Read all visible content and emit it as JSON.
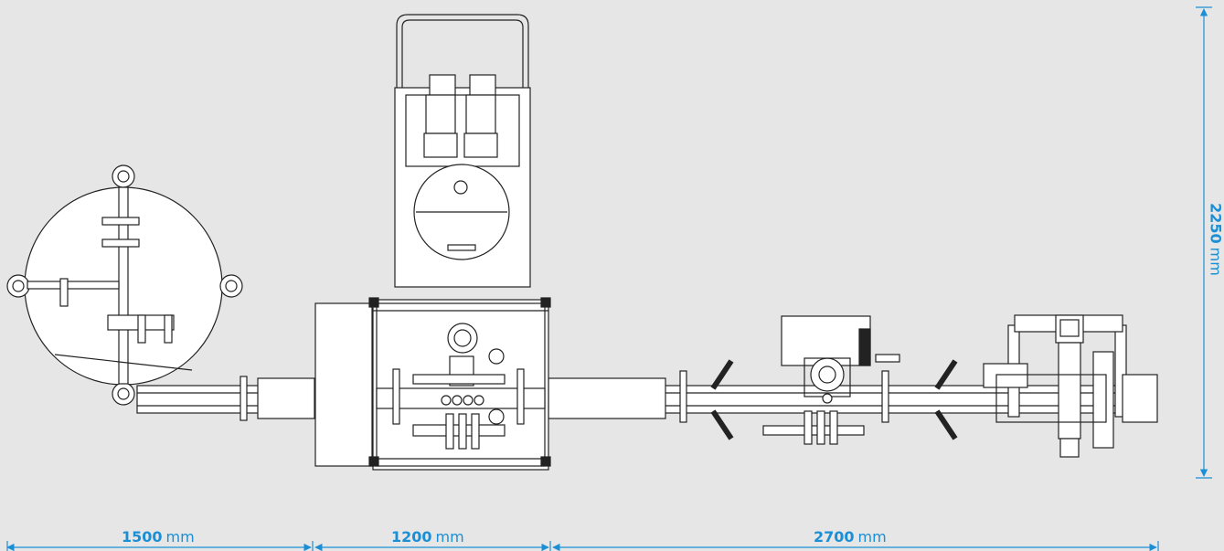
{
  "dimensions": {
    "segments": [
      {
        "value": "1500",
        "unit": "mm"
      },
      {
        "value": "1200",
        "unit": "mm"
      },
      {
        "value": "2700",
        "unit": "mm"
      }
    ],
    "height": {
      "value": "2250",
      "unit": "mm"
    }
  },
  "colors": {
    "background": "#e6e6e6",
    "dimension": "#1a8fd6",
    "line": "#222222",
    "fill": "#ffffff"
  }
}
